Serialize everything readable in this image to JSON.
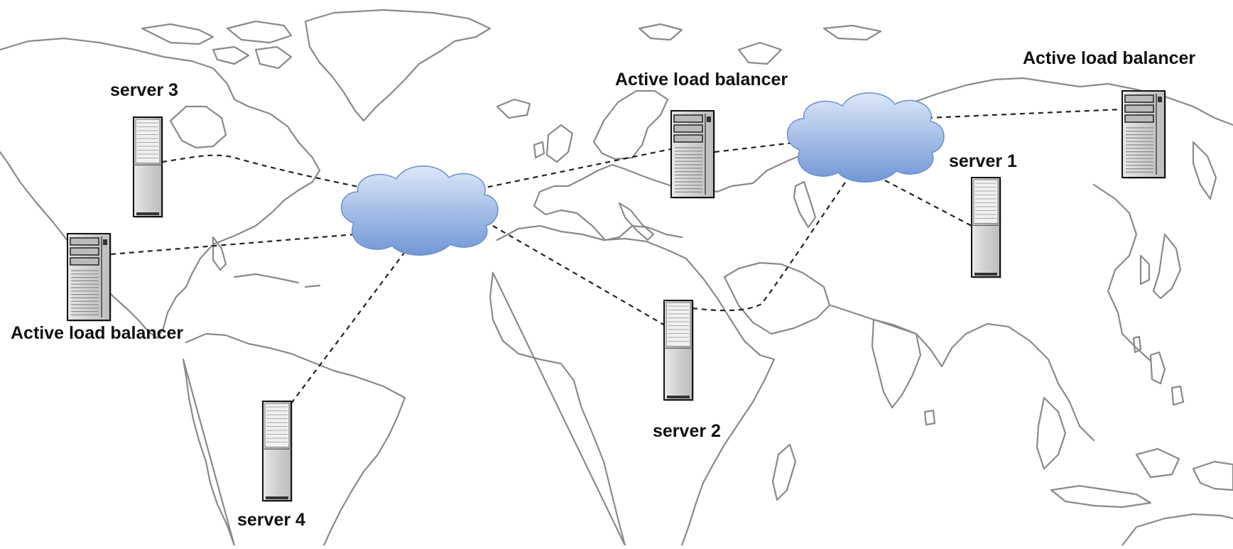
{
  "diagram": {
    "theme": {
      "coastline_color": "#8a8a8a",
      "link_color": "#222222",
      "cloud_fill_top": "#dde7f8",
      "cloud_fill_bottom": "#7197d6",
      "cloud_stroke": "#6a8fcc",
      "server_body": "#d4d4d4",
      "server_stroke": "#111111"
    },
    "nodes": {
      "server_3": {
        "label": "server 3",
        "kind": "tower-server"
      },
      "balancer_americas": {
        "label": "Active load balancer",
        "kind": "rack-server"
      },
      "server_4": {
        "label": "server 4",
        "kind": "tower-server"
      },
      "balancer_europe": {
        "label": "Active load balancer",
        "kind": "rack-server"
      },
      "server_2": {
        "label": "server 2",
        "kind": "tower-server"
      },
      "server_1": {
        "label": "server 1",
        "kind": "tower-server"
      },
      "balancer_asia": {
        "label": "Active load balancer",
        "kind": "rack-server"
      },
      "cloud_west": {
        "kind": "cloud-icon"
      },
      "cloud_east": {
        "kind": "cloud-icon"
      }
    },
    "links": [
      {
        "from": "server_3",
        "to": "cloud_west",
        "style": "dashed"
      },
      {
        "from": "balancer_americas",
        "to": "cloud_west",
        "style": "dashed"
      },
      {
        "from": "server_4",
        "to": "cloud_west",
        "style": "dashed"
      },
      {
        "from": "cloud_west",
        "to": "balancer_europe",
        "style": "dashed"
      },
      {
        "from": "cloud_west",
        "to": "server_2",
        "style": "dashed"
      },
      {
        "from": "balancer_europe",
        "to": "cloud_east",
        "style": "dashed"
      },
      {
        "from": "server_2",
        "to": "cloud_east",
        "style": "dashed"
      },
      {
        "from": "cloud_east",
        "to": "server_1",
        "style": "dashed"
      },
      {
        "from": "cloud_east",
        "to": "balancer_asia",
        "style": "dashed"
      }
    ]
  }
}
